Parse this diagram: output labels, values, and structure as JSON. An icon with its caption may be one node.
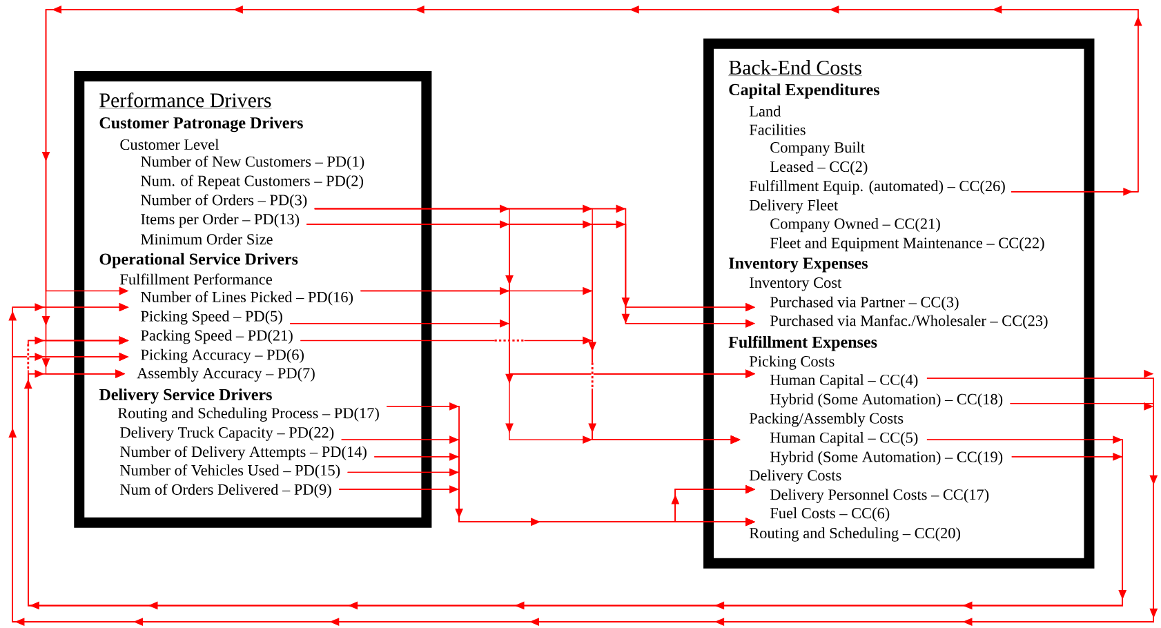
{
  "diagram": {
    "nodes": [
      {
        "text": [
          "Performance Drivers",
          "Customer Patronage Drivers",
          "Customer Level",
          "Number of New Customers – PD(1)",
          "Num. of Repeat Customers – PD(2)",
          "Minimum Order Size",
          "Operational Service Drivers",
          "Fulfillment Performance",
          "Delivery Service Drivers"
        ]
      },
      {
        "text": [
          "Number of Orders – PD(3)"
        ],
        "in": 0
      },
      {
        "text": [
          "Items per Order – PD(13)"
        ],
        "in": 0
      },
      {
        "text": [
          "Number of Lines Picked – PD(16)"
        ],
        "in": 0
      },
      {
        "text": [
          "Picking Speed – PD(5)"
        ],
        "in": 0
      },
      {
        "text": [
          "Packing Speed – PD(21)"
        ],
        "in": 0
      },
      {
        "text": [
          "Picking Accuracy – PD(6)"
        ],
        "in": 0
      },
      {
        "text": [
          "Assembly Accuracy – PD(7)"
        ],
        "in": 0
      },
      {
        "text": [
          "Routing and Scheduling Process – PD(17)"
        ],
        "in": 0
      },
      {
        "text": [
          "Delivery Truck Capacity – PD(22)"
        ],
        "in": 0
      },
      {
        "text": [
          "Number of Delivery Attempts – PD(14)"
        ],
        "in": 0
      },
      {
        "text": [
          "Number of Vehicles Used – PD(15)"
        ],
        "in": 0
      },
      {
        "text": [
          "Num of Orders Delivered – PD(9)"
        ],
        "in": 0
      },
      {
        "text": [
          "Back-End Costs",
          "Capital Expenditures",
          "Land",
          "Facilities",
          "Company Built",
          "Leased – CC(2)",
          "Delivery Fleet",
          "Company Owned – CC(21)",
          "Fleet and Equipment Maintenance – CC(22)",
          "Inventory Expenses",
          "Inventory Cost",
          "Fulfillment Expenses",
          "Picking Costs",
          "Packing/Assembly Costs",
          "Delivery Costs",
          "Routing and Scheduling – CC(20)"
        ]
      },
      {
        "text": [
          "Fulfillment Equip. (automated) – CC(26)"
        ],
        "in": 13
      },
      {
        "text": [
          "Purchased via Partner – CC(3)"
        ],
        "in": 13
      },
      {
        "text": [
          "Purchased via Manfac./Wholesaler – CC(23)"
        ],
        "in": 13
      },
      {
        "text": [
          "Human Capital – CC(4)"
        ],
        "in": 13
      },
      {
        "text": [
          "Hybrid (Some Automation) – CC(18)"
        ],
        "in": 13
      },
      {
        "text": [
          "Human Capital – CC(5)"
        ],
        "in": 13
      },
      {
        "text": [
          "Hybrid (Some Automation) – CC(19)"
        ],
        "in": 13
      },
      {
        "text": [
          "Delivery Personnel Costs – CC(17)"
        ],
        "in": 13
      },
      {
        "text": [
          "Fuel Costs – CC(6)"
        ],
        "in": 13
      }
    ],
    "edges": [
      {
        "from": 1,
        "to": 15,
        "arrow": "to"
      },
      {
        "from": 1,
        "to": 16,
        "arrow": "to"
      },
      {
        "from": 2,
        "to": 15,
        "arrow": "to"
      },
      {
        "from": 2,
        "to": 16,
        "arrow": "to"
      },
      {
        "from": 1,
        "to": 17,
        "arrow": "to"
      },
      {
        "from": 2,
        "to": 17,
        "arrow": "to"
      },
      {
        "from": 3,
        "to": 17,
        "arrow": "to"
      },
      {
        "from": 4,
        "to": 17,
        "arrow": "to"
      },
      {
        "from": 4,
        "to": 19,
        "arrow": "to"
      },
      {
        "from": 1,
        "to": 19,
        "arrow": "to"
      },
      {
        "from": 2,
        "to": 19,
        "arrow": "to"
      },
      {
        "from": 3,
        "to": 19,
        "arrow": "to"
      },
      {
        "from": 5,
        "to": 19,
        "arrow": "to"
      },
      {
        "from": 14,
        "to": 3,
        "arrow": "to"
      },
      {
        "from": 14,
        "to": 5,
        "arrow": "to"
      },
      {
        "from": 14,
        "to": 7,
        "arrow": "to"
      },
      {
        "from": 17,
        "to": 4,
        "arrow": "to"
      },
      {
        "from": 17,
        "to": 6,
        "arrow": "to"
      },
      {
        "from": 18,
        "to": 4,
        "arrow": "to"
      },
      {
        "from": 18,
        "to": 6,
        "arrow": "to"
      },
      {
        "from": 19,
        "to": 7,
        "arrow": "to"
      },
      {
        "from": 19,
        "to": 5,
        "arrow": "to"
      },
      {
        "from": 20,
        "to": 7,
        "arrow": "to"
      },
      {
        "from": 20,
        "to": 5,
        "arrow": "to"
      },
      {
        "from": 8,
        "to": 22,
        "arrow": "to"
      },
      {
        "from": 9,
        "to": 22,
        "arrow": "to"
      },
      {
        "from": 10,
        "to": 22,
        "arrow": "to"
      },
      {
        "from": 11,
        "to": 22,
        "arrow": "to"
      },
      {
        "from": 12,
        "to": 22,
        "arrow": "to"
      },
      {
        "from": 8,
        "to": 21,
        "arrow": "to"
      },
      {
        "from": 9,
        "to": 21,
        "arrow": "to"
      },
      {
        "from": 10,
        "to": 21,
        "arrow": "to"
      },
      {
        "from": 11,
        "to": 21,
        "arrow": "to"
      },
      {
        "from": 12,
        "to": 21,
        "arrow": "to"
      }
    ]
  }
}
